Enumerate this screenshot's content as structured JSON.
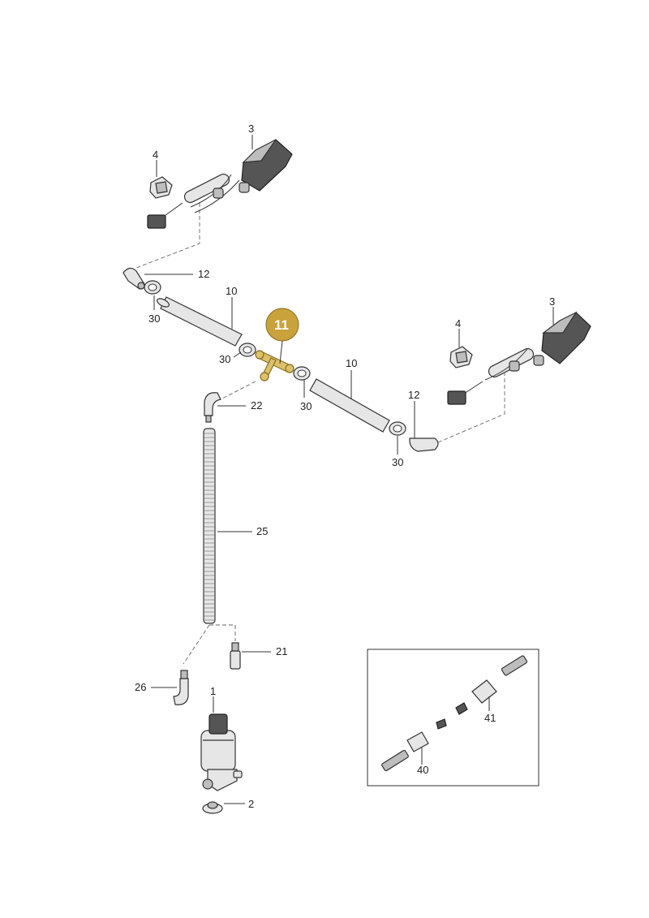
{
  "highlight_color": "#c9a23c",
  "callouts": {
    "nozzle_left": "3",
    "clip_left": "4",
    "elbow_left": "12",
    "hose_left": "10",
    "clamp_left_upper": "30",
    "clamp_left_lower": "30",
    "t_piece": "11",
    "clamp_right_inner": "30",
    "hose_right": "10",
    "elbow_right": "12",
    "clamp_right_outer": "30",
    "nozzle_right": "3",
    "clip_right": "4",
    "elbow_main": "22",
    "corrugated_hose": "25",
    "connector_21": "21",
    "elbow_26": "26",
    "pump": "1",
    "grommet": "2",
    "inset_connector_41": "41",
    "inset_connector_40": "40"
  }
}
